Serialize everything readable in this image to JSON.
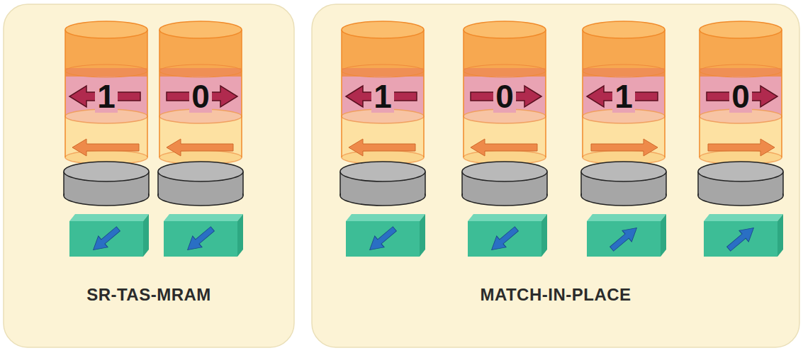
{
  "diagram": {
    "nodes": [
      {
        "text": [
          "SR-TAS-MRAM"
        ]
      },
      {
        "text": [
          "1"
        ],
        "in": 0
      },
      {
        "text": [
          "0"
        ],
        "in": 0
      },
      {
        "text": [
          "MATCH-IN-PLACE"
        ]
      },
      {
        "text": [
          "1"
        ],
        "in": 3
      },
      {
        "text": [
          "0"
        ],
        "in": 3
      },
      {
        "text": [
          "1"
        ],
        "in": 3
      },
      {
        "text": [
          "0"
        ],
        "in": 3
      }
    ]
  }
}
